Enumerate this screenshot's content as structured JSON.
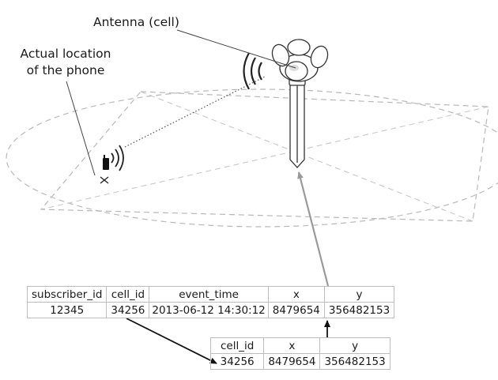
{
  "labels": {
    "antenna": "Antenna (cell)",
    "phone_line1": "Actual location",
    "phone_line2": "of the phone"
  },
  "events_table": {
    "headers": [
      "subscriber_id",
      "cell_id",
      "event_time",
      "x",
      "y"
    ],
    "rows": [
      [
        "12345",
        "34256",
        "2013-06-12 14:30:12",
        "8479654",
        "356482153"
      ]
    ]
  },
  "cells_table": {
    "headers": [
      "cell_id",
      "x",
      "y"
    ],
    "rows": [
      [
        "34256",
        "8479654",
        "356482153"
      ]
    ]
  },
  "colors": {
    "dashed_area": "#b8b8b8",
    "pointer_arrow": "#9a9a9a",
    "join_arrow": "#111111",
    "table_border": "#bdbdbd"
  },
  "icons": [
    "antenna-tower-icon",
    "phone-icon",
    "signal-waves-icon",
    "location-x-icon"
  ]
}
